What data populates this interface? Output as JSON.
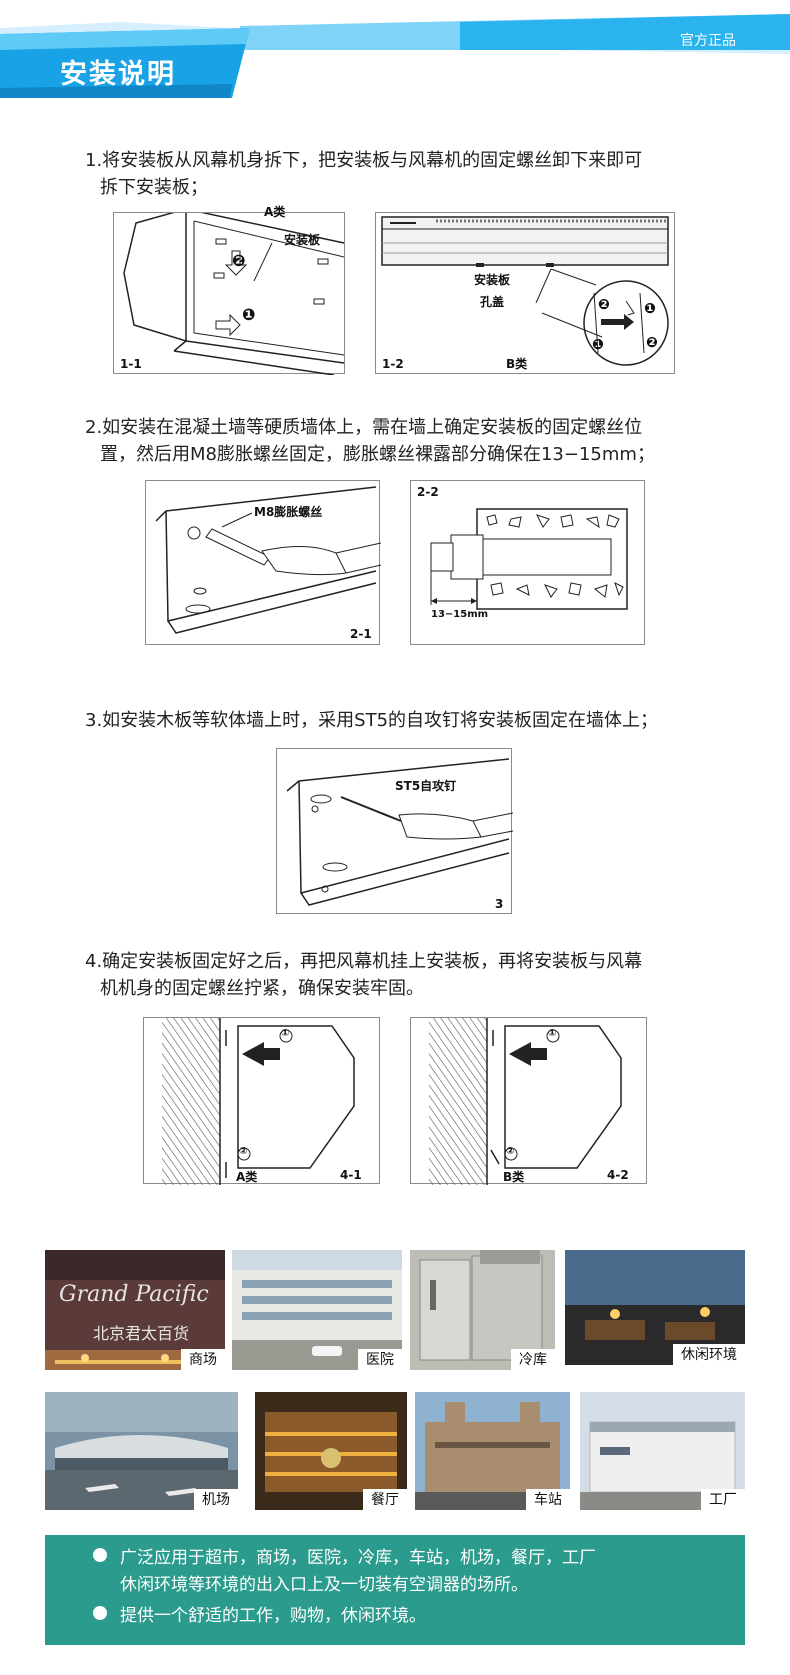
{
  "header": {
    "title": "安装说明",
    "tag": "官方正品",
    "colors": {
      "primary": "#1aa0e8",
      "light": "#5cc8f5"
    }
  },
  "steps": [
    {
      "line1": "1.将安装板从风幕机身拆下，把安装板与风幕机的固定螺丝卸下来即可",
      "line2": "拆下安装板；"
    },
    {
      "line1": "2.如安装在混凝土墙等硬质墙体上，需在墙上确定安装板的固定螺丝位",
      "line2": "置，然后用M8膨胀螺丝固定，膨胀螺丝裸露部分确保在13−15mm；"
    },
    {
      "line1": "3.如安装木板等软体墙上时，采用ST5的自攻钉将安装板固定在墙体上；",
      "line2": ""
    },
    {
      "line1": "4.确定安装板固定好之后，再把风幕机挂上安装板，再将安装板与风幕",
      "line2": "机机身的固定螺丝拧紧，确保安装牢固。"
    }
  ],
  "figures": {
    "fig_1_1": {
      "num": "1-1",
      "type_label": "A类",
      "part_label": "安装板",
      "marker1": "❶",
      "marker2": "❷"
    },
    "fig_1_2": {
      "num": "1-2",
      "type_label": "B类",
      "part_label": "安装板",
      "part_label2": "孔盖",
      "marker1": "❶",
      "marker2": "❷"
    },
    "fig_2_1": {
      "num": "2-1",
      "part_label": "M8膨胀螺丝"
    },
    "fig_2_2": {
      "num": "2-2",
      "dim_label": "13−15mm"
    },
    "fig_3": {
      "num": "3",
      "part_label": "ST5自攻钉"
    },
    "fig_4_1": {
      "num": "4-1",
      "type_label": "A类",
      "m1": "①",
      "m2": "②"
    },
    "fig_4_2": {
      "num": "4-2",
      "type_label": "B类",
      "m1": "①",
      "m2": "②"
    }
  },
  "applications": {
    "row1": [
      {
        "caption": "商场",
        "sign_line1": "Grand Pacific",
        "sign_line2": "北京君太百货"
      },
      {
        "caption": "医院"
      },
      {
        "caption": "冷库"
      },
      {
        "caption": "休闲环境"
      }
    ],
    "row2": [
      {
        "caption": "机场"
      },
      {
        "caption": "餐厅"
      },
      {
        "caption": "车站"
      },
      {
        "caption": "工厂"
      }
    ]
  },
  "footer": {
    "color": "#2a9b8c",
    "line1": "广泛应用于超市，商场，医院，冷库，车站，机场，餐厅，工厂",
    "line2": "休闲环境等环境的出入口上及一切装有空调器的场所。",
    "line3": "提供一个舒适的工作，购物，休闲环境。"
  }
}
